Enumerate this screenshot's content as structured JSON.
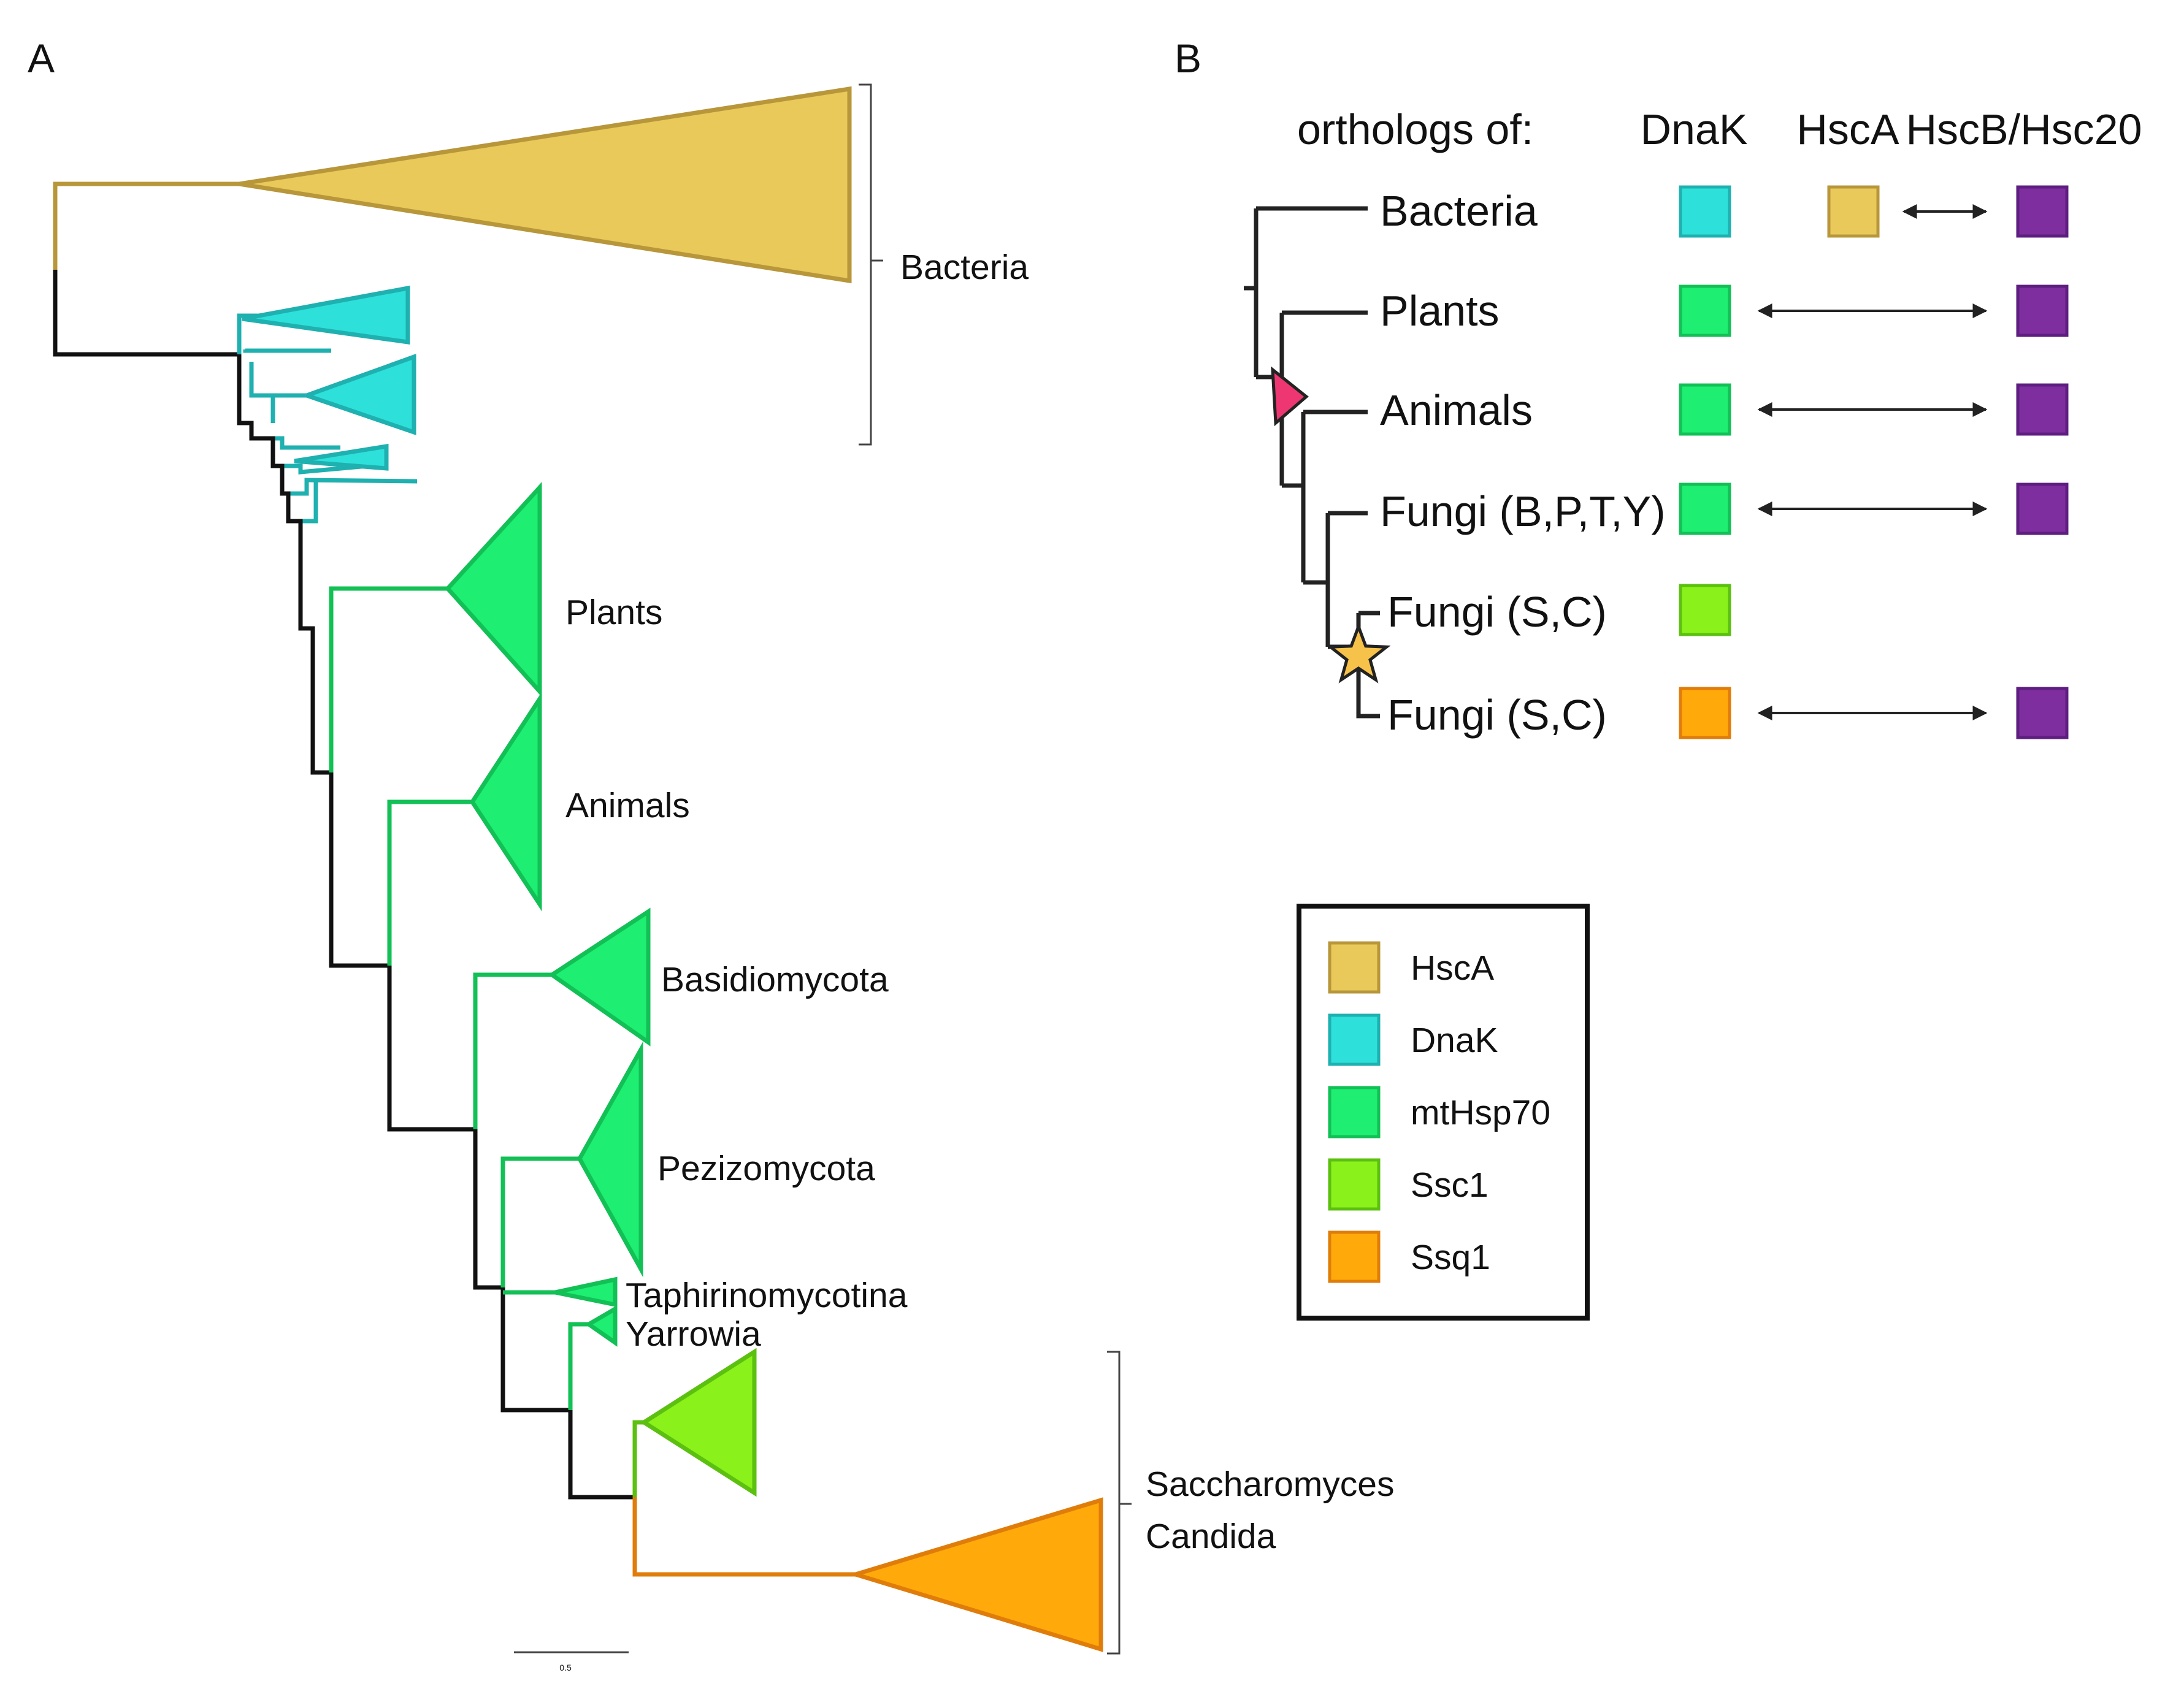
{
  "colors": {
    "hscA": "#E8C95A",
    "hscA_stroke": "#B8963A",
    "dnaK": "#2EE0DA",
    "dnaK_stroke": "#1FB0B0",
    "mtHsp70": "#1EEE72",
    "mtHsp70_stroke": "#12C056",
    "ssc1": "#8AF21A",
    "ssc1_stroke": "#5CC010",
    "ssq1": "#FFAA0A",
    "ssq1_stroke": "#E07D0A",
    "hscB": "#7E2E9E",
    "hscB_stroke": "#5E1E80",
    "branch": "#111111",
    "star": "#F7C24A",
    "origin_marker": "#EE3772"
  },
  "panelA": {
    "label": "A",
    "clade_labels": {
      "bacteria": "Bacteria",
      "plants": "Plants",
      "animals": "Animals",
      "basidiomycota": "Basidiomycota",
      "pezizomycota": "Pezizomycota",
      "taphrinomycotina": "Taphirinomycotina",
      "yarrowia": "Yarrowia",
      "saccharomyces": "Saccharomyces",
      "candida": "Candida"
    },
    "scale_label": "0.5"
  },
  "panelB": {
    "label": "B",
    "header": {
      "orthologs_of": "orthologs of:",
      "dnaK": "DnaK",
      "hscA": "HscA",
      "hscB": "HscB/Hsc20"
    },
    "rows": [
      {
        "taxon": "Bacteria",
        "hsp70_color": "dnaK",
        "hscA": true,
        "partner": true
      },
      {
        "taxon": "Plants",
        "hsp70_color": "mtHsp70",
        "hscA": false,
        "partner": true
      },
      {
        "taxon": "Animals",
        "hsp70_color": "mtHsp70",
        "hscA": false,
        "partner": true
      },
      {
        "taxon": "Fungi (B,P,T,Y)",
        "hsp70_color": "mtHsp70",
        "hscA": false,
        "partner": true
      },
      {
        "taxon": "Fungi (S,C)",
        "hsp70_color": "ssc1",
        "hscA": false,
        "partner": false
      },
      {
        "taxon": "Fungi (S,C)",
        "hsp70_color": "ssq1",
        "hscA": false,
        "partner": true
      }
    ]
  },
  "legend": [
    {
      "label": "HscA",
      "color": "hscA"
    },
    {
      "label": "DnaK",
      "color": "dnaK"
    },
    {
      "label": "mtHsp70",
      "color": "mtHsp70"
    },
    {
      "label": "Ssc1",
      "color": "ssc1"
    },
    {
      "label": "Ssq1",
      "color": "ssq1"
    }
  ]
}
